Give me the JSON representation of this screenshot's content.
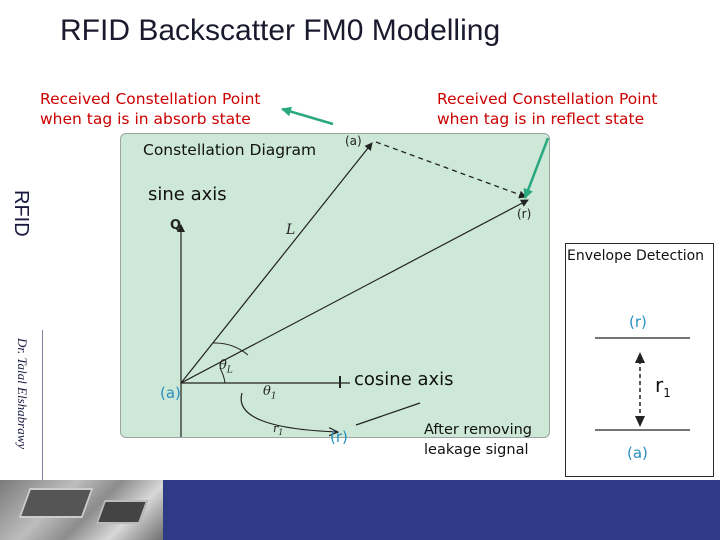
{
  "slide": {
    "title": "RFID Backscatter FM0 Modelling",
    "sidebar_brand": "RFID",
    "sidebar_author": "Dr. Talal Elshabrawy"
  },
  "callouts": {
    "absorb": {
      "line1": "Received Constellation Point",
      "line2": "when tag is in absorb state"
    },
    "reflect": {
      "line1": "Received Constellation Point",
      "line2": "when tag is in reflect state"
    }
  },
  "diagram": {
    "panel_title": "Constellation Diagram",
    "sine_axis_label": "sine axis",
    "cosine_axis_label": "cosine axis",
    "q_label": "Q",
    "i_label": "I",
    "point_a_label": "(a)",
    "point_r_label": "(r)",
    "vector_L_label": "L",
    "theta_L_label": "θ",
    "theta_L_sub": "L",
    "theta_1_label": "θ",
    "theta_1_sub": "1",
    "r1_label": "r",
    "r1_sub": "1",
    "origin_a_label": "(a)",
    "leakage_r_label": "(r)",
    "after_removing_line1": "After removing",
    "after_removing_line2": "leakage signal"
  },
  "envelope": {
    "title": "Envelope Detection",
    "top_label": "(r)",
    "bottom_label": "(a)",
    "r1_label": "r",
    "r1_sub": "1"
  },
  "colors": {
    "title": "#1a1a2e",
    "callout_text": "#cc0000",
    "callout_arrow": "#2aa880",
    "panel_bg": "#cde8d6",
    "point_label_blue": "#2a8fc0",
    "footer": "#2e3a86"
  }
}
